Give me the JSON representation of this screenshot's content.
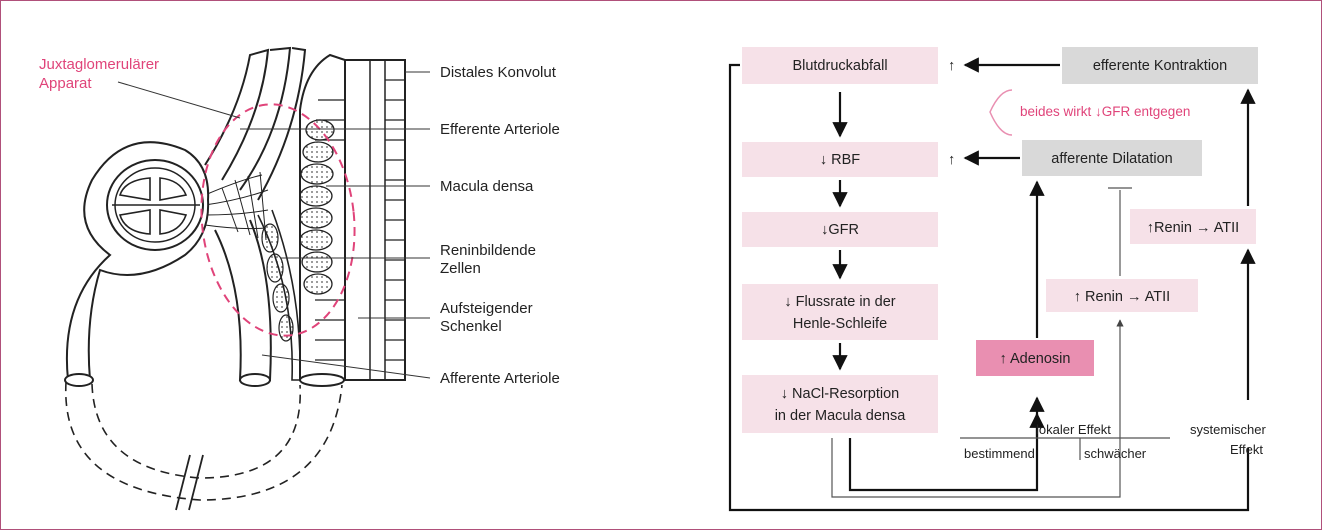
{
  "anatomy": {
    "title_line1": "Juxtaglomerulärer",
    "title_line2": "Apparat",
    "labels": {
      "distal": "Distales Konvolut",
      "efferent": "Efferente Arteriole",
      "macula": "Macula densa",
      "renin_line1": "Reninbildende",
      "renin_line2": "Zellen",
      "ascending_line1": "Aufsteigender",
      "ascending_line2": "Schenkel",
      "afferent": "Afferente Arteriole"
    }
  },
  "flow": {
    "blutdruck": "Blutdruckabfall",
    "rbf": "↓ RBF",
    "gfr": "↓GFR",
    "fluss_line1": "↓ Flussrate in der",
    "fluss_line2": "Henle-Schleife",
    "nacl_line1": "↓ NaCl-Resorption",
    "nacl_line2": "in der Macula densa",
    "efferente_kontraktion": "efferente Kontraktion",
    "afferente_dilatation": "afferente Dilatation",
    "beides": "beides wirkt ↓GFR entgegen",
    "adenosin": "↑ Adenosin",
    "renin_atii_mid": "↑ Renin → ATII",
    "renin_atii_right": "↑Renin → ATII",
    "up_arrow_1": "↑",
    "up_arrow_2": "↑",
    "lokaler": "lokaler Effekt",
    "bestimmend": "bestimmend",
    "schwaecher": "schwächer",
    "systemischer_line1": "systemischer",
    "systemischer_line2": "Effekt"
  },
  "colors": {
    "pink_light": "#f6e1e8",
    "pink_strong": "#e98fb1",
    "gray_box": "#d9d9d9",
    "accent": "#e0447a"
  }
}
